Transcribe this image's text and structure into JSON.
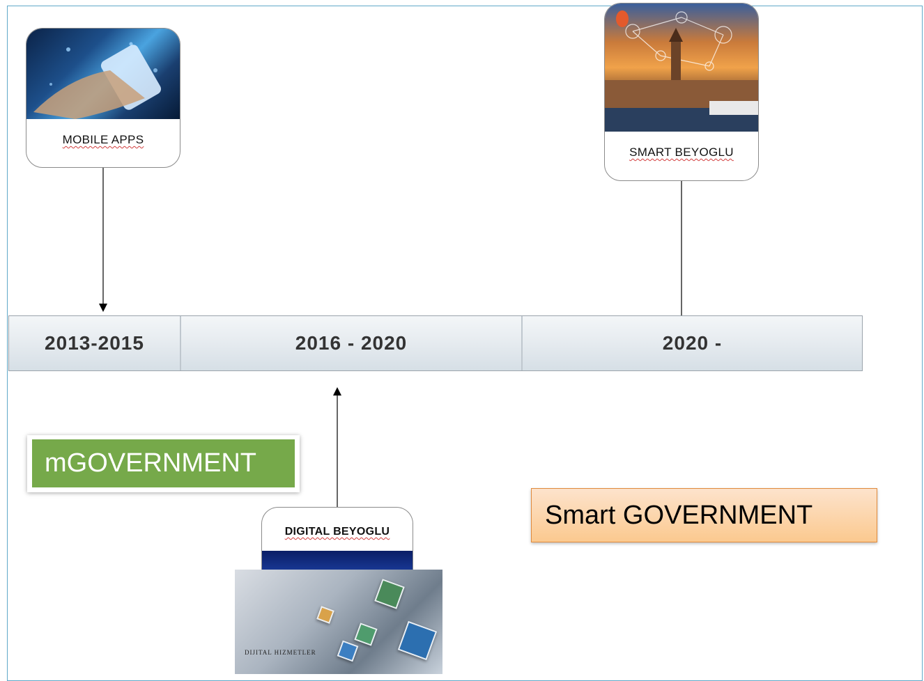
{
  "cards": {
    "mobile_apps": {
      "label": "MOBILE APPS"
    },
    "smart_beyoglu": {
      "label": "SMART BEYOGLU"
    },
    "digital_beyoglu": {
      "label": "DIGITAL BEYOGLU",
      "photo_caption": "DIJITAL HIZMETLER"
    }
  },
  "timeline": {
    "segments": [
      "2013-2015",
      "2016 - 2020",
      "2020 -"
    ]
  },
  "tags": {
    "mgovernment": "mGOVERNMENT",
    "smart_government": "Smart GOVERNMENT"
  },
  "colors": {
    "frame_border": "#5fa8c8",
    "mgov_fill": "#76a94a",
    "smart_gov_fill": "#fbc98f",
    "smart_gov_border": "#e08a3c"
  }
}
